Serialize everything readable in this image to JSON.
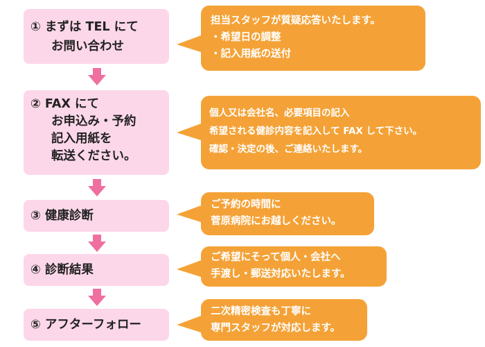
{
  "colors": {
    "step_bg": "#fcd7e9",
    "arrow": "#ee6fa0",
    "bubble_bg": "#f4a237",
    "bubble_text": "#ffffff",
    "step_text": "#222222"
  },
  "steps": [
    {
      "lines": [
        "① まずは TEL にて",
        "お問い合わせ"
      ]
    },
    {
      "lines": [
        "② FAX にて",
        "お申込み・予約",
        "記入用紙を",
        "転送ください。"
      ]
    },
    {
      "lines": [
        "③ 健康診断"
      ]
    },
    {
      "lines": [
        "④ 診断結果"
      ]
    },
    {
      "lines": [
        "⑤ アフターフォロー"
      ]
    }
  ],
  "bubbles": [
    {
      "lines": [
        "担当スタッフが質疑応答いたします。",
        "・希望日の調整",
        "・記入用紙の送付"
      ]
    },
    {
      "lines": [
        "個人又は会社名、必要項目の記入",
        "希望される健診内容を記入して FAX して下さい。",
        "確認・決定の後、ご連絡いたします。"
      ]
    },
    {
      "lines": [
        "ご予約の時間に",
        "菅原病院にお越しください。"
      ]
    },
    {
      "lines": [
        "ご希望にそって個人・会社へ",
        "手渡し・郵送対応いたします。"
      ]
    },
    {
      "lines": [
        "二次精密検査も丁寧に",
        "専門スタッフが対応します。"
      ]
    }
  ]
}
